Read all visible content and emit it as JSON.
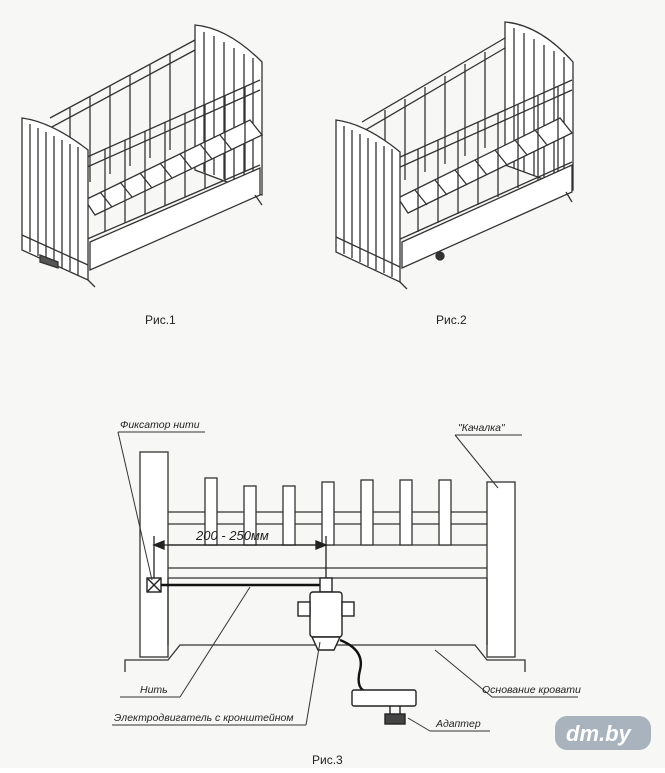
{
  "figures": {
    "fig1_caption": "Рис.1",
    "fig2_caption": "Рис.2",
    "fig3_caption": "Рис.3"
  },
  "diagram": {
    "labels": {
      "thread_fixator": "Фиксатор нити",
      "rocker": "\"Качалка\"",
      "dimension": "200 - 250мм",
      "thread": "Нить",
      "bed_base": "Основание кровати",
      "motor": "Электродвигатель с кронштейном",
      "adapter": "Адаптер"
    }
  },
  "watermark": {
    "text": "dm.by"
  }
}
